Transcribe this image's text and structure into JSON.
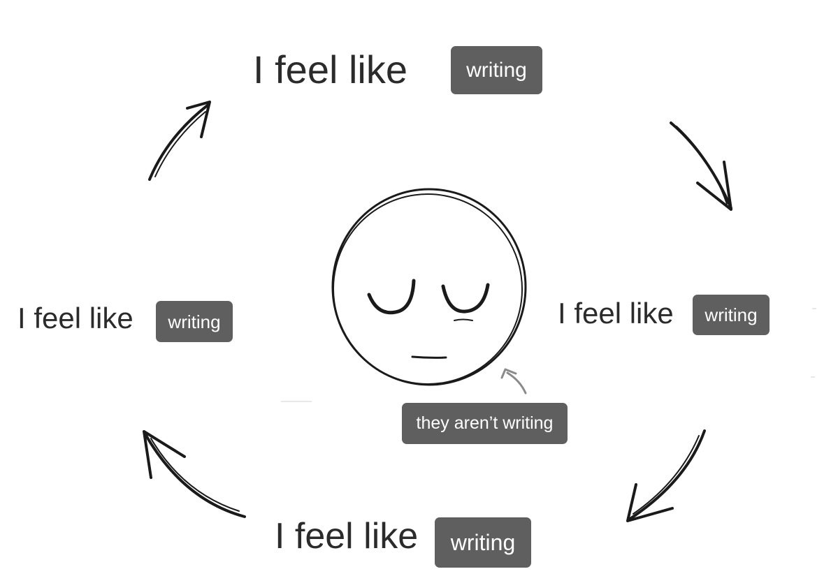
{
  "cycle": {
    "top": {
      "phrase": "I feel like",
      "tag": "writing"
    },
    "right": {
      "phrase": "I feel like",
      "tag": "writing"
    },
    "bottom": {
      "phrase": "I feel like",
      "tag": "writing"
    },
    "left": {
      "phrase": "I feel like",
      "tag": "writing"
    }
  },
  "center": {
    "caption": "they aren’t writing"
  },
  "colors": {
    "tag_background": "#5f5f5f",
    "tag_text": "#ffffff",
    "ink": "#1a1a1a",
    "phrase_text": "#2b2b2b"
  }
}
